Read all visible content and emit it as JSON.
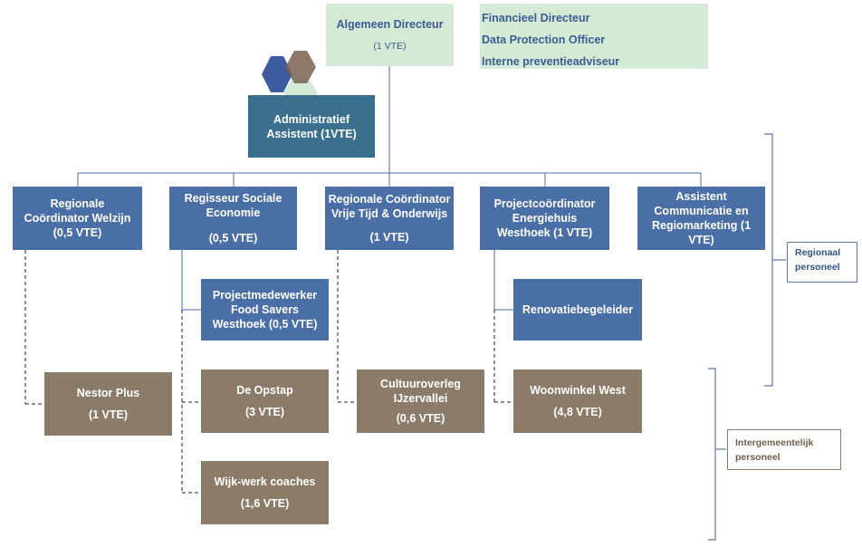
{
  "top": {
    "director": {
      "title": "Algemeen Directeur",
      "vte": "(1 VTE)"
    },
    "staff": [
      "Financieel Directeur",
      "Data Protection Officer",
      "Interne preventieadviseur"
    ],
    "assistant": {
      "title": "Administratief",
      "vte": "Assistent  (1VTE)"
    }
  },
  "regional": [
    {
      "title": "Regionale Coördinator Welzijn (0,5 VTE)",
      "vte": ""
    },
    {
      "title": "Regisseur Sociale Economie",
      "vte": "(0,5 VTE)"
    },
    {
      "title": "Regionale Coördinator Vrije Tijd & Onderwijs",
      "vte": "(1 VTE)"
    },
    {
      "title": "Projectcoördinator Energiehuis Westhoek (1 VTE)",
      "vte": ""
    },
    {
      "title": "Assistent Communicatie en Regiomarketing (1 VTE)",
      "vte": ""
    }
  ],
  "regional_sub": [
    {
      "title": "Projectmedewerker Food Savers Westhoek (0,5 VTE)"
    },
    {
      "title": "Renovatiebegeleider"
    }
  ],
  "intergemeentelijk": [
    {
      "title": "Nestor Plus",
      "vte": "(1 VTE)"
    },
    {
      "title": "De Opstap",
      "vte": "(3 VTE)"
    },
    {
      "title": "Cultuuroverleg IJzervallei",
      "vte": "(0,6 VTE)"
    },
    {
      "title": "Woonwinkel West",
      "vte": "(4,8 VTE)"
    },
    {
      "title": "Wijk-werk coaches",
      "vte": "(1,6 VTE)"
    }
  ],
  "legend": {
    "regionaal": "Regionaal personeel",
    "intergemeentelijk": "Intergemeentelijk personeel"
  },
  "colors": {
    "regional": "#4a6fa6",
    "intergemeentelijk": "#8b7b69",
    "staff": "#d4ead5",
    "assistant": "#3a6f8e"
  }
}
